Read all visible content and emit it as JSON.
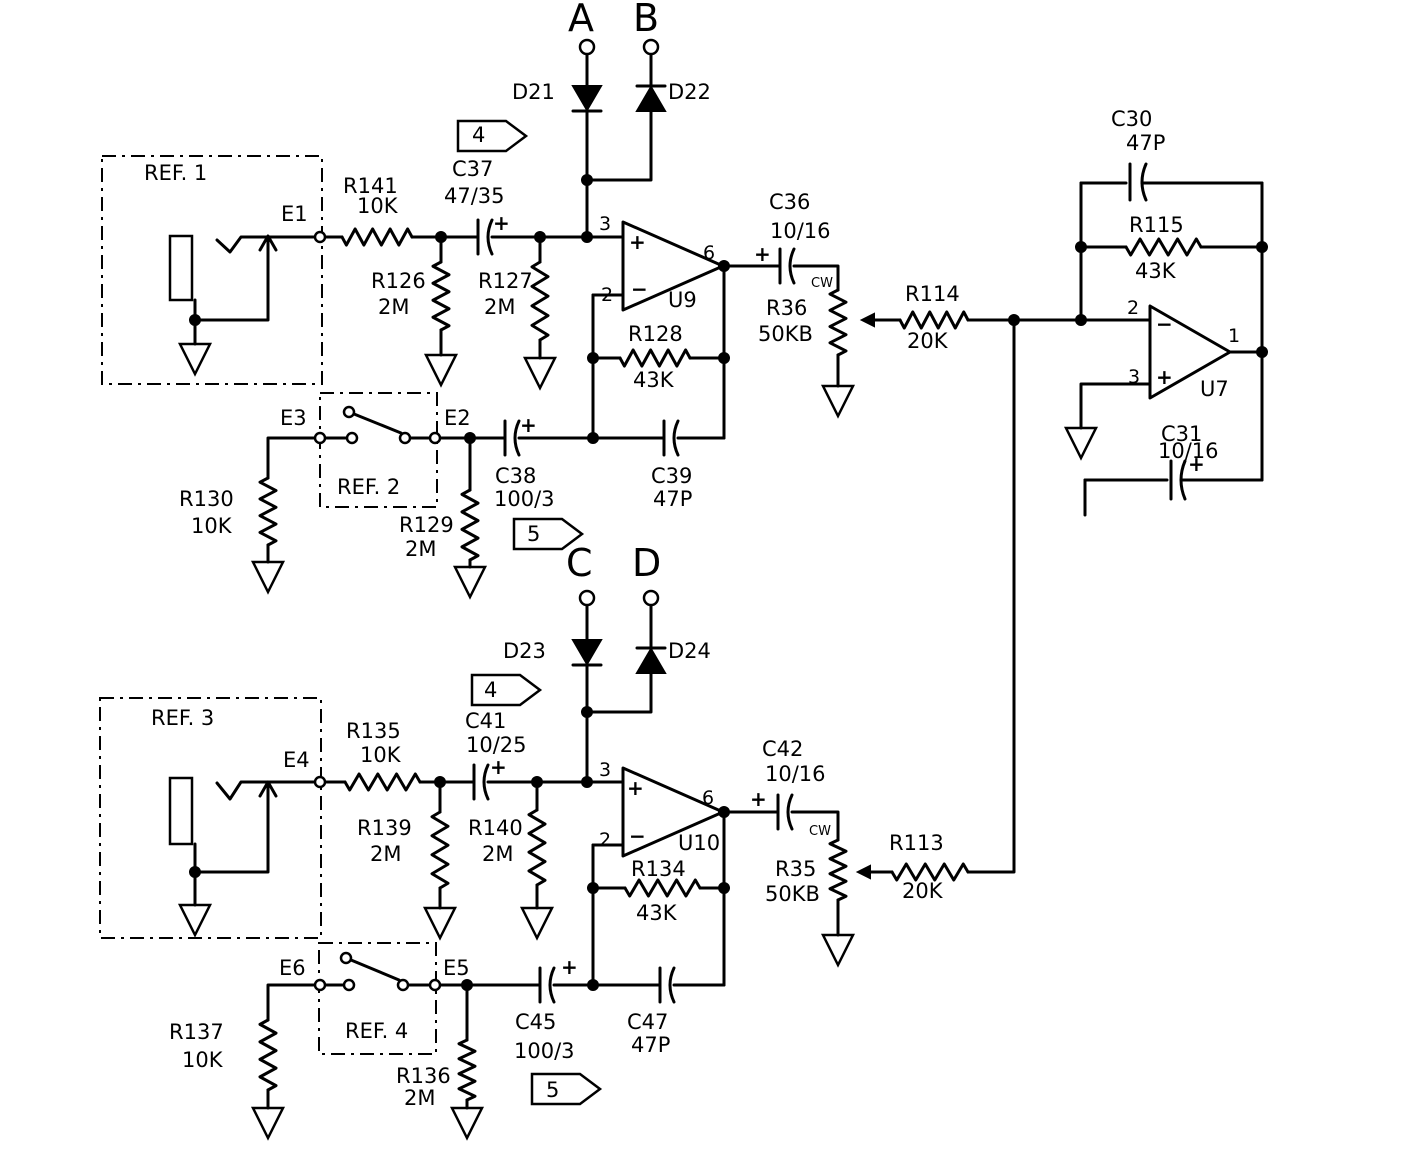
{
  "inputs": {
    "a": "A",
    "b": "B",
    "c": "C",
    "d": "D"
  },
  "ref_blocks": {
    "ref1": "REF. 1",
    "ref2": "REF. 2",
    "ref3": "REF. 3",
    "ref4": "REF. 4"
  },
  "terminals": {
    "e1": "E1",
    "e2": "E2",
    "e3": "E3",
    "e4": "E4",
    "e5": "E5",
    "e6": "E6"
  },
  "offpage": {
    "upper_4": "4",
    "upper_5": "5",
    "lower_4": "4",
    "lower_5": "5"
  },
  "diodes": {
    "d21": "D21",
    "d22": "D22",
    "d23": "D23",
    "d24": "D24"
  },
  "opamps": {
    "u9": "U9",
    "u10": "U10",
    "u7": "U7"
  },
  "pins": {
    "u9_in_plus": "3",
    "u9_in_minus": "2",
    "u9_out": "6",
    "u10_in_plus": "3",
    "u10_in_minus": "2",
    "u10_out": "6",
    "u7_in_minus": "2",
    "u7_in_plus": "3",
    "u7_out": "1"
  },
  "resistors": {
    "r141": {
      "ref": "R141",
      "value": "10K"
    },
    "r126": {
      "ref": "R126",
      "value": "2M"
    },
    "r127": {
      "ref": "R127",
      "value": "2M"
    },
    "r128": {
      "ref": "R128",
      "value": "43K"
    },
    "r130": {
      "ref": "R130",
      "value": "10K"
    },
    "r129": {
      "ref": "R129",
      "value": "2M"
    },
    "r36": {
      "ref": "R36",
      "value": "50KB",
      "wiper": "CW"
    },
    "r114": {
      "ref": "R114",
      "value": "20K"
    },
    "r115": {
      "ref": "R115",
      "value": "43K"
    },
    "r135": {
      "ref": "R135",
      "value": "10K"
    },
    "r139": {
      "ref": "R139",
      "value": "2M"
    },
    "r140": {
      "ref": "R140",
      "value": "2M"
    },
    "r134": {
      "ref": "R134",
      "value": "43K"
    },
    "r137": {
      "ref": "R137",
      "value": "10K"
    },
    "r136": {
      "ref": "R136",
      "value": "2M"
    },
    "r35": {
      "ref": "R35",
      "value": "50KB",
      "wiper": "CW"
    },
    "r113": {
      "ref": "R113",
      "value": "20K"
    }
  },
  "capacitors": {
    "c37": {
      "ref": "C37",
      "value": "47/35"
    },
    "c36": {
      "ref": "C36",
      "value": "10/16"
    },
    "c38": {
      "ref": "C38",
      "value": "100/3"
    },
    "c39": {
      "ref": "C39",
      "value": "47P"
    },
    "c30": {
      "ref": "C30",
      "value": "47P"
    },
    "c31": {
      "ref": "C31",
      "value": "10/16"
    },
    "c41": {
      "ref": "C41",
      "value": "10/25"
    },
    "c42": {
      "ref": "C42",
      "value": "10/16"
    },
    "c45": {
      "ref": "C45",
      "value": "100/3"
    },
    "c47": {
      "ref": "C47",
      "value": "47P"
    }
  }
}
